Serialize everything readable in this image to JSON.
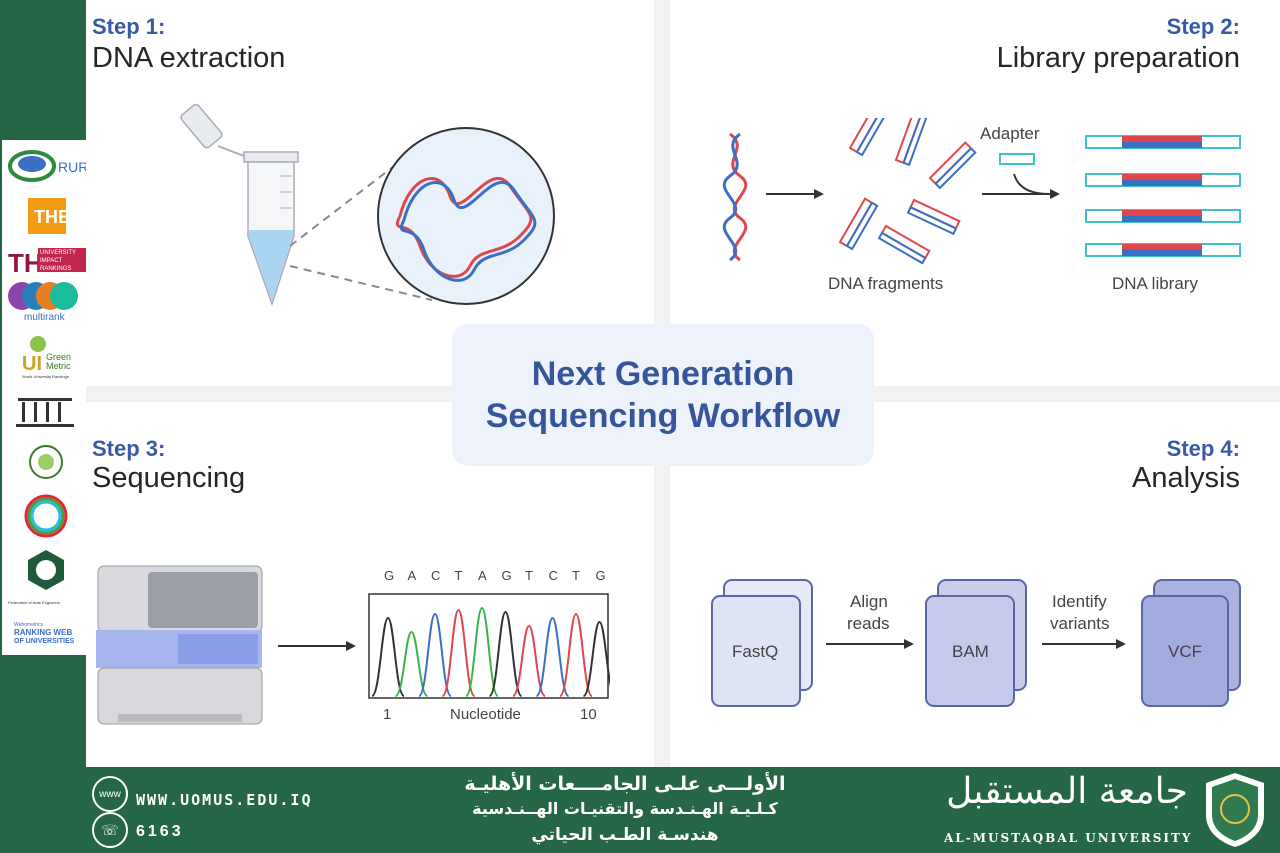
{
  "center": {
    "line1": "Next Generation",
    "line2": "Sequencing Workflow"
  },
  "step1": {
    "label": "Step 1:",
    "title": "DNA extraction"
  },
  "step2": {
    "label": "Step 2:",
    "title": "Library preparation",
    "adapter": "Adapter",
    "fragments": "DNA fragments",
    "library": "DNA library"
  },
  "step3": {
    "label": "Step 3:",
    "title": "Sequencing",
    "bases": [
      "G",
      "A",
      "C",
      "T",
      "A",
      "G",
      "T",
      "C",
      "T",
      "G"
    ],
    "axis_start": "1",
    "axis_label": "Nucleotide",
    "axis_end": "10"
  },
  "step4": {
    "label": "Step 4:",
    "title": "Analysis",
    "fastq": "FastQ",
    "bam": "BAM",
    "vcf": "VCF",
    "align1": "Align",
    "align2": "reads",
    "identify1": "Identify",
    "identify2": "variants"
  },
  "logos": {
    "cwur": "RUR",
    "the": "THE",
    "the_impact1": "UNIVERSITY",
    "the_impact2": "IMPACT",
    "the_impact3": "RANKINGS",
    "multirank": "multirank",
    "greenmetric1": "Green",
    "greenmetric2": "Metric",
    "greenmetric3": "World University Rankings",
    "fae": "Federation of Arab Engineers",
    "webometrics1": "Webometrics",
    "webometrics2": "RANKING WEB",
    "webometrics3": "OF UNIVERSITIES"
  },
  "footer": {
    "website": "WWW.UOMUS.EDU.IQ",
    "phone": "6163",
    "www_icon": "www",
    "arabic_line1": "الأولـــى علـى الجامــــعات الأهليـة",
    "arabic_line2": "كـلـيـة الهـنـدسة والتقنيـات الهــنـدسية",
    "arabic_line3": "هندسـة الطـب الحياتي",
    "university_arabic": "جامعة المستقبل",
    "university_english": "AL-MUSTAQBAL UNIVERSITY"
  },
  "colors": {
    "green": "#246646",
    "blue_title": "#36559b",
    "dna_red": "#e0474c",
    "dna_blue": "#3a6fc4",
    "adapter_teal": "#3fc1c9"
  }
}
